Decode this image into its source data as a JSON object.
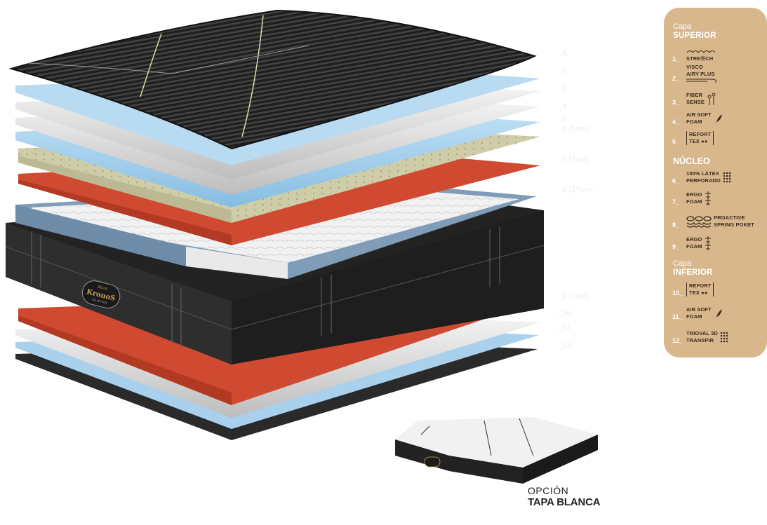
{
  "layer_labels": [
    "_1",
    "_2",
    "_3",
    "_4",
    "_5",
    "_6 [5cm]",
    "_7 [3cm]",
    "_8 [17cm]",
    "_9 [3cm]",
    "_10",
    "_11",
    "_12"
  ],
  "brand": {
    "script": "Black",
    "name": "KronoS",
    "sub": "COLLECTION"
  },
  "option": {
    "line1": "OPCIÓN",
    "line2": "TAPA BLANCA"
  },
  "panel": {
    "background": "#d8b78c",
    "superior": {
      "prefix": "Capa",
      "title": "SUPERIOR"
    },
    "nucleo": {
      "title": "NÚCLEO"
    },
    "inferior": {
      "prefix": "Capa",
      "title": "INFERIOR"
    },
    "items": [
      {
        "num": "1_",
        "line1": "STRE☰CH",
        "line2": "",
        "icon": "stretch-waves-icon"
      },
      {
        "num": "2_",
        "line1": "VISCO",
        "line2": "AIRY PLUS",
        "icon": "air-flow-icon"
      },
      {
        "num": "3_",
        "line1": "FIBER",
        "line2": "SENSE",
        "icon": "fiber-icon"
      },
      {
        "num": "4_",
        "line1": "AIR SOFT",
        "line2": "FOAM",
        "icon": "feather-icon"
      },
      {
        "num": "5_",
        "line1": "REFORT",
        "line2": "TEX ●●",
        "icon": "bracket-icon"
      },
      {
        "num": "6_",
        "line1": "100% LÁTEX",
        "line2": "PERFORADO",
        "icon": "dot-grid-icon"
      },
      {
        "num": "7_",
        "line1": "ERGO",
        "line2": "FOAM",
        "icon": "ergo-icon"
      },
      {
        "num": "8_",
        "line1": "PROACTIVE",
        "line2": "SPRING POKET",
        "icon": "spring-icon"
      },
      {
        "num": "9_",
        "line1": "ERGO",
        "line2": "FOAM",
        "icon": "ergo-icon"
      },
      {
        "num": "10_",
        "line1": "REFORT",
        "line2": "TEX ●●",
        "icon": "bracket-icon"
      },
      {
        "num": "11_",
        "line1": "AIR SOFT",
        "line2": "FOAM",
        "icon": "feather-icon"
      },
      {
        "num": "12_",
        "line1": "TRIOVAL 3D",
        "line2": "TRANSPIR",
        "icon": "dot-grid-icon"
      }
    ]
  },
  "colors": {
    "top_cover": "#2b2b2b",
    "light_blue": "#a9d0ec",
    "white_foam": "#e4e4e4",
    "blue_foam": "#82c0e6",
    "latex": "#cfcda8",
    "red_foam": "#cf4a30",
    "pocket_frame": "#7f9db8",
    "base_dark": "#2a2a2a"
  }
}
